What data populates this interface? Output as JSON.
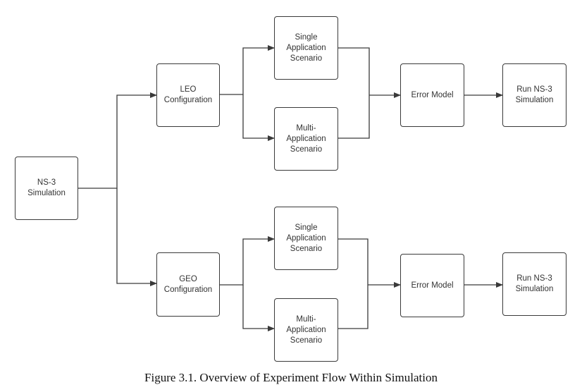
{
  "nodes": {
    "ns3_sim": "NS-3\nSimulation",
    "leo_config": "LEO\nConfiguration",
    "leo_single": "Single\nApplication\nScenario",
    "leo_multi": "Multi-\nApplication\nScenario",
    "leo_error": "Error Model",
    "leo_run": "Run NS-3\nSimulation",
    "geo_config": "GEO\nConfiguration",
    "geo_single": "Single\nApplication\nScenario",
    "geo_multi": "Multi-\nApplication\nScenario",
    "geo_error": "Error Model",
    "geo_run": "Run NS-3\nSimulation"
  },
  "caption": "Figure 3.1. Overview of Experiment Flow Within Simulation"
}
